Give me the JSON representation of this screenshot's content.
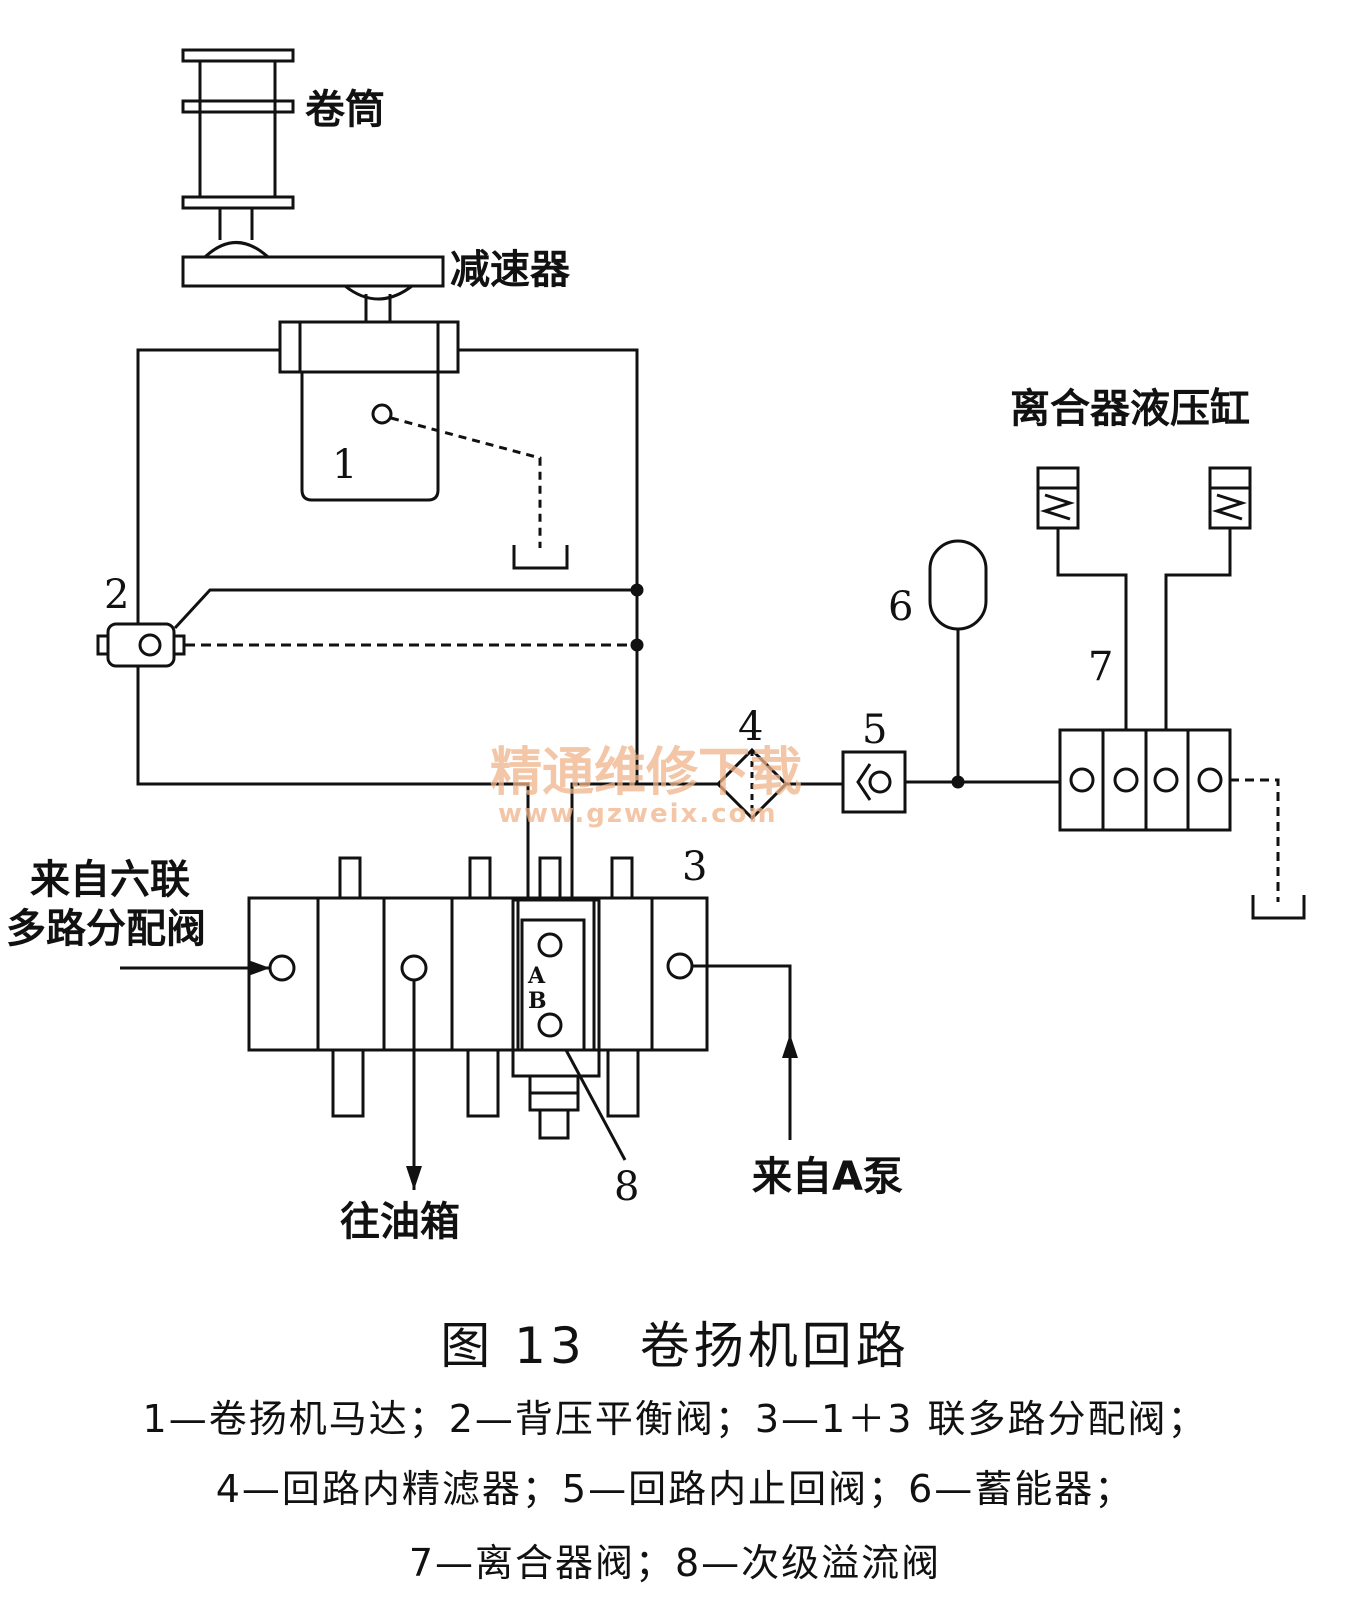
{
  "labels": {
    "drum": "卷筒",
    "reducer": "减速器",
    "clutch_cylinder": "离合器液压缸",
    "from_six_valve_line1": "来自六联",
    "from_six_valve_line2": "多路分配阀",
    "to_tank": "往油箱",
    "from_pump_a": "来自A泵",
    "port_a": "A",
    "port_b": "B"
  },
  "numbers": {
    "n1": "1",
    "n2": "2",
    "n3": "3",
    "n4": "4",
    "n5": "5",
    "n6": "6",
    "n7": "7",
    "n8": "8"
  },
  "watermark": {
    "cn": "精通维修下载",
    "url": "www.gzweix.com"
  },
  "caption": {
    "title": "图 13　卷扬机回路",
    "line1": "1—卷扬机马达；2—背压平衡阀；3—1＋3 联多路分配阀；",
    "line2": "4—回路内精滤器；5—回路内止回阀；6—蓄能器；",
    "line3": "7—离合器阀；8—次级溢流阀"
  }
}
